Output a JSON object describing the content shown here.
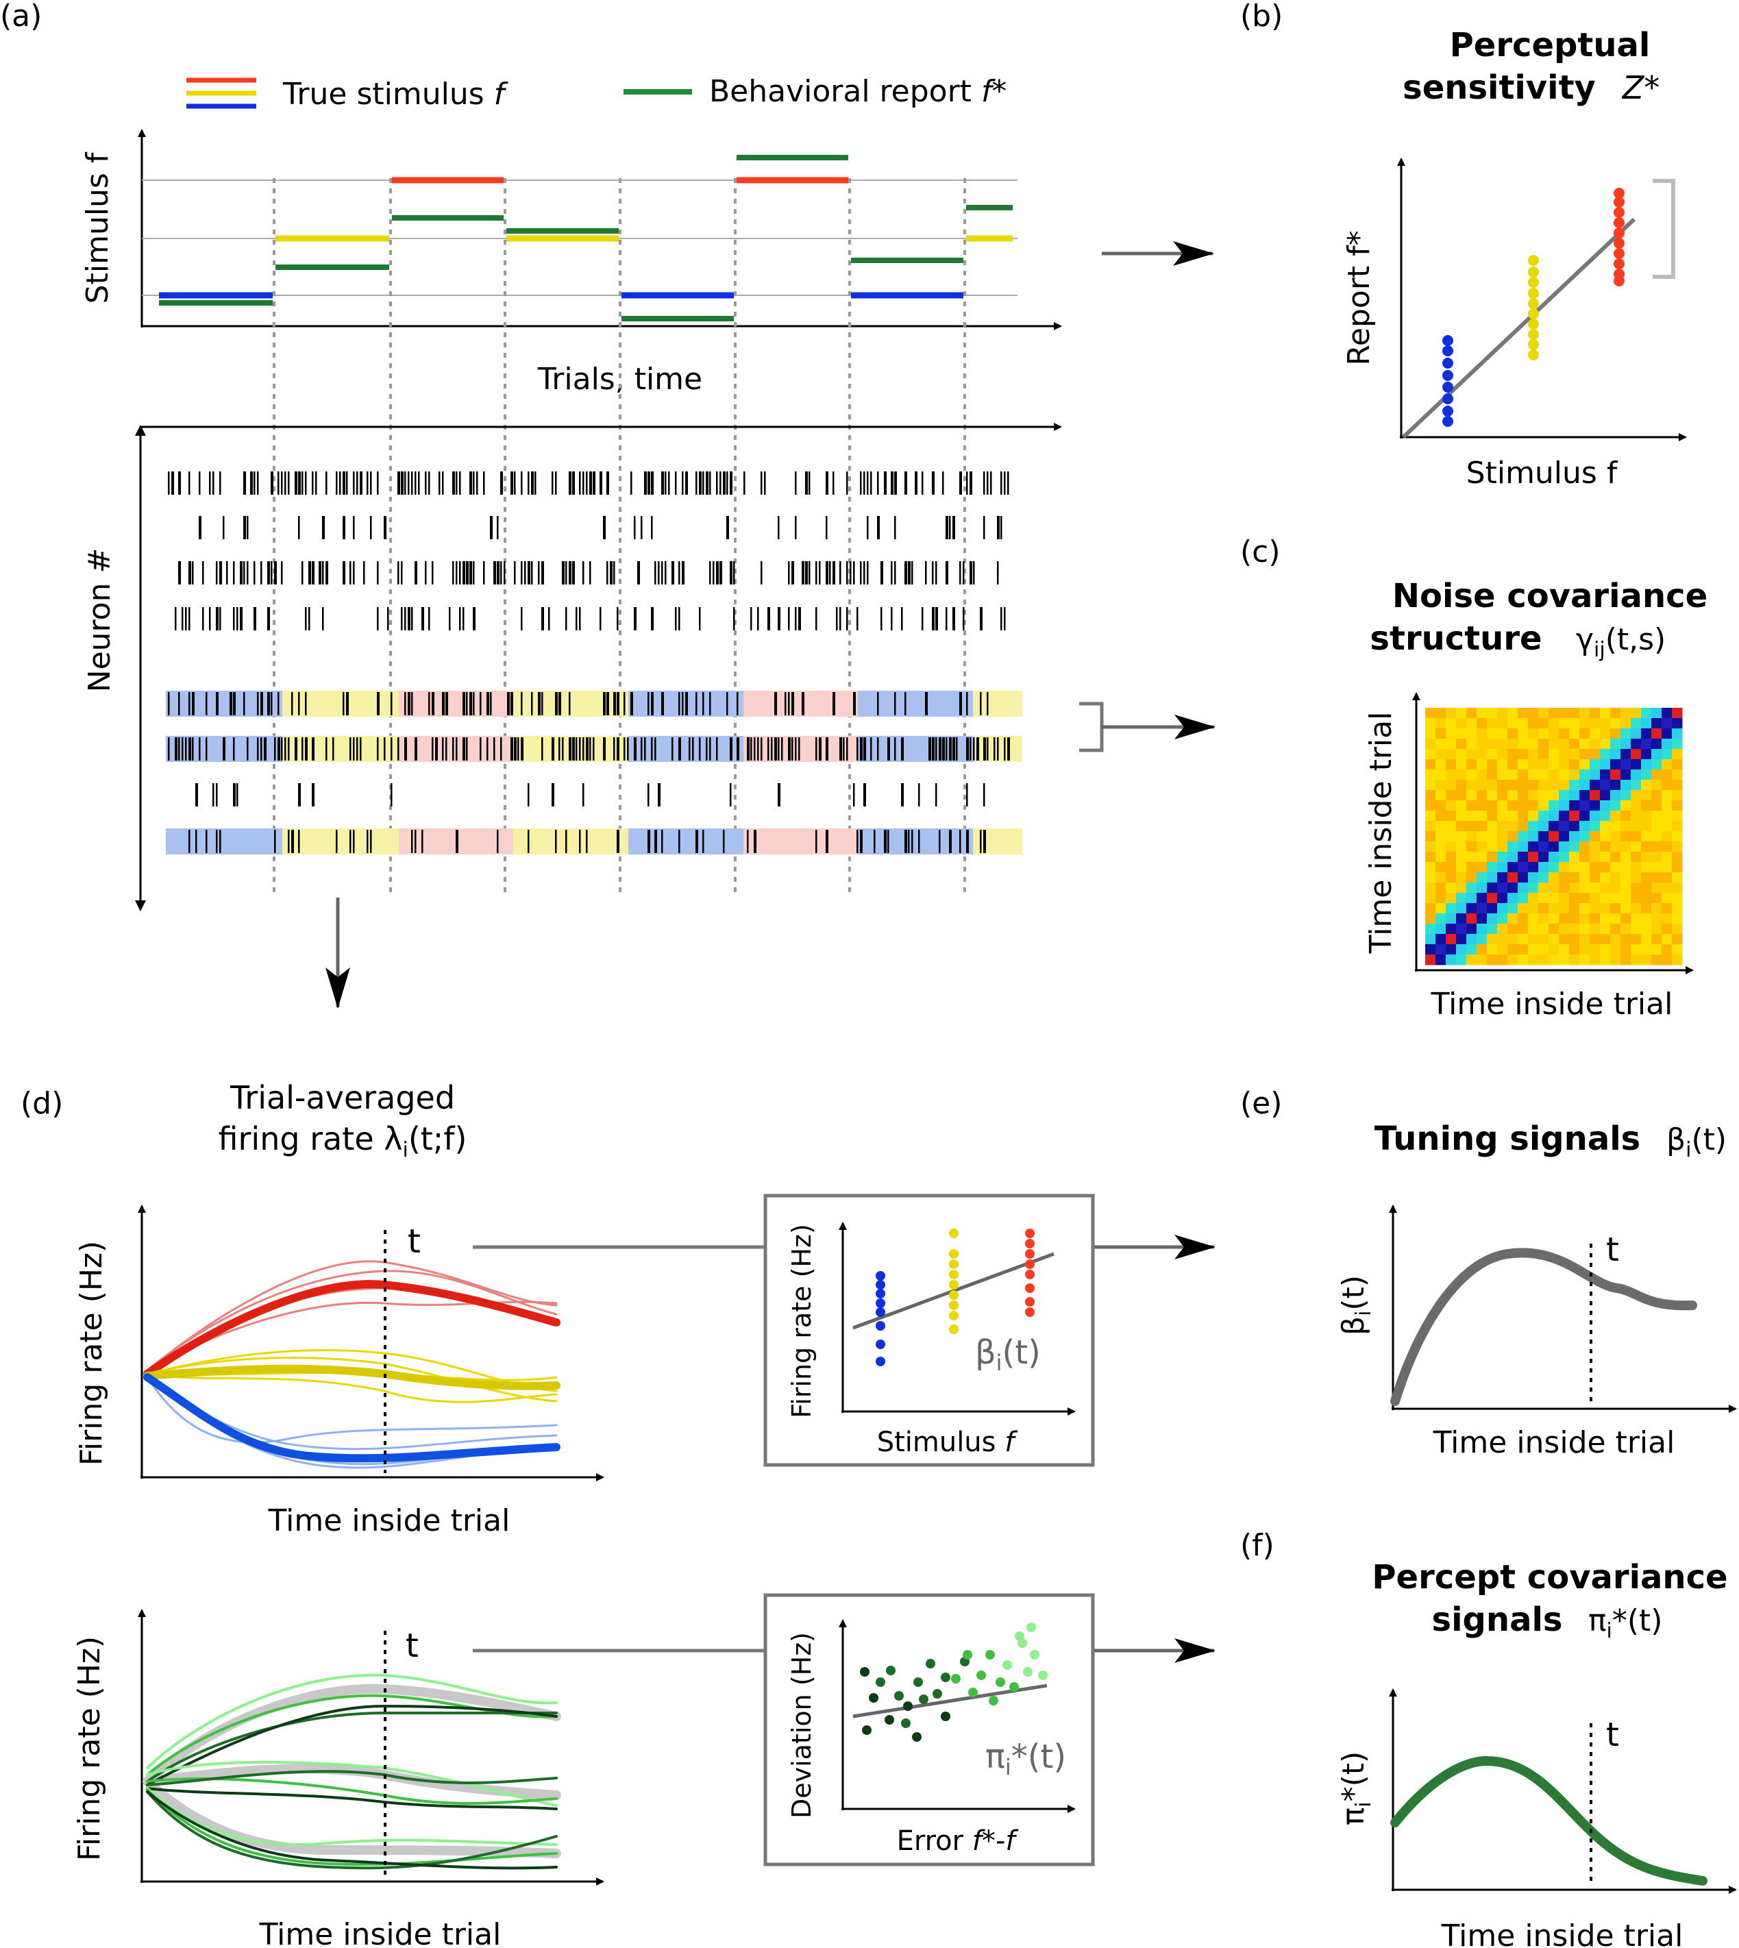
{
  "panel_labels": {
    "a": "(a)",
    "b": "(b)",
    "c": "(c)",
    "d": "(d)",
    "e": "(e)",
    "f": "(f)"
  },
  "panel_a": {
    "legend_true": "True stimulus",
    "legend_true_var": "f",
    "legend_report": "Behavioral report",
    "legend_report_var": "f*",
    "stim_ylabel": "Stimulus f",
    "stim_xlabel": "Trials, time",
    "raster_ylabel": "Neuron #"
  },
  "panel_b": {
    "title1": "Perceptual",
    "title2": "sensitivity",
    "title_sym": "Z*",
    "ylabel": "Report f*",
    "xlabel": "Stimulus f"
  },
  "panel_c": {
    "title1": "Noise covariance",
    "title2": "structure",
    "title_sym": "γ",
    "title_sub": "ij",
    "title_args": "(t,s)",
    "ylabel": "Time inside trial",
    "xlabel": "Time inside trial"
  },
  "panel_d": {
    "title1": "Trial-averaged",
    "title2": "firing rate λ",
    "title_sub": "i",
    "title_args": "(t;f)",
    "top_ylabel": "Firing rate (Hz)",
    "top_xlabel": "Time inside trial",
    "bottom_ylabel": "Firing rate (Hz)",
    "bottom_xlabel": "Time inside trial",
    "t_marker": "t",
    "inset1_ylabel": "Firing rate (Hz)",
    "inset1_xlabel": "Stimulus",
    "inset1_xvar": "f",
    "inset1_beta": "β",
    "inset1_beta_sub": "i",
    "inset1_beta_args": "(t)",
    "inset2_ylabel": "Deviation (Hz)",
    "inset2_xlabel": "Error",
    "inset2_xvar": "f*-f",
    "inset2_pi": "π",
    "inset2_pi_sub": "i",
    "inset2_pi_args": "*(t)"
  },
  "panel_e": {
    "title": "Tuning signals",
    "title_sym": "β",
    "title_sub": "i",
    "title_args": "(t)",
    "ylabel": "β",
    "ylabel_sub": "i",
    "ylabel_args": "(t)",
    "xlabel": "Time inside trial",
    "t_marker": "t"
  },
  "panel_f": {
    "title1": "Percept covariance",
    "title2": "signals",
    "title_sym": "π",
    "title_sub": "i",
    "title_args": "*(t)",
    "ylabel": "π",
    "ylabel_sub": "i",
    "ylabel_args": "*(t)",
    "xlabel": "Time inside trial",
    "t_marker": "t"
  },
  "colors": {
    "red": "#ff3b1f",
    "yellow": "#e8d800",
    "blue": "#1030e0",
    "green": "#1e7a32",
    "grey": "#6b6b6b"
  }
}
